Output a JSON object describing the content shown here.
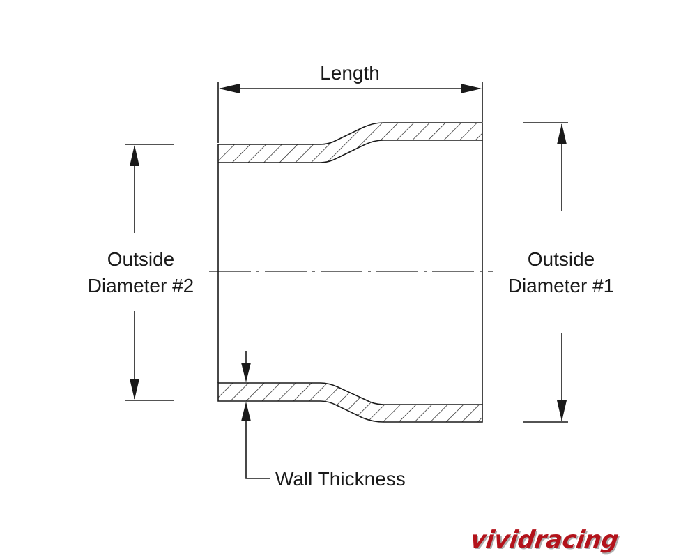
{
  "labels": {
    "length": "Length",
    "od2_line1": "Outside",
    "od2_line2": "Diameter #2",
    "od1_line1": "Outside",
    "od1_line2": "Diameter #1",
    "wall_thickness": "Wall Thickness"
  },
  "watermark": {
    "text": "vividracing",
    "colors": {
      "fill": "#b3131b",
      "shadow": "#9a9a9a"
    }
  },
  "colors": {
    "line": "#1a1a1a",
    "background": "#ffffff"
  }
}
